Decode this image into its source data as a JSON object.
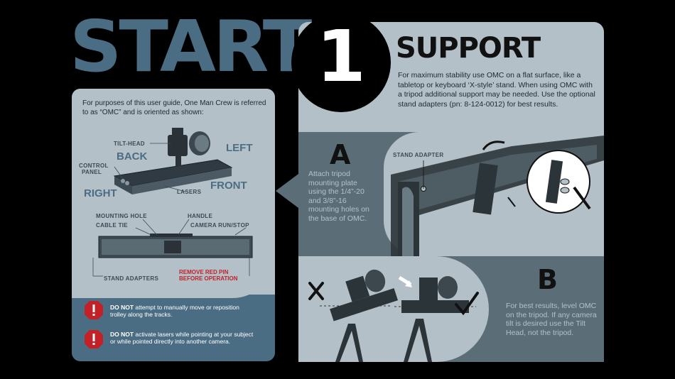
{
  "header": {
    "start": "START",
    "step_number": "1",
    "section_title": "SUPPORT"
  },
  "left": {
    "intro": "For purposes of this user guide, One Man Crew is referred to as “OMC” and is oriented as shown:",
    "diagram_top": {
      "tilt_head": "TILT-HEAD",
      "back": "BACK",
      "left": "LEFT",
      "control_panel_1": "CONTROL",
      "control_panel_2": "PANEL",
      "right": "RIGHT",
      "lasers": "LASERS",
      "front": "FRONT"
    },
    "diagram_bottom": {
      "mounting_hole": "MOUNTING HOLE",
      "handle": "HANDLE",
      "cable_tie": "CABLE TIE",
      "camera_run_stop": "CAMERA RUN/STOP",
      "stand_adapters": "STAND ADAPTERS",
      "remove_pin_1": "REMOVE RED PIN",
      "remove_pin_2": "BEFORE OPERATION"
    },
    "warnings": [
      {
        "bold": "DO NOT",
        "text": " attempt to manually move or reposition trolley along the tracks."
      },
      {
        "bold": "DO NOT",
        "text": " activate lasers while pointing at your subject or while pointed directly into another camera."
      }
    ]
  },
  "support_text": "For maximum stability use OMC on a flat surface, like a tabletop or keyboard ‘X-style’ stand. When using OMC with a tripod additional support may be needed. Use the optional stand adapters (pn: 8-124-0012) for best results.",
  "step_a": {
    "letter": "A",
    "text": "Attach tripod mounting plate using the 1/4”-20 and 3/8”-16 mounting holes on the base of OMC.",
    "stand_adapter_label": "STAND ADAPTER"
  },
  "step_b": {
    "letter": "B",
    "text": "For best results, level OMC on the tripod. If any camera tilt is desired use the Tilt Head, not the tripod."
  },
  "colors": {
    "slate_blue": "#4b6d83",
    "light_gray_blue": "#b4c0c8",
    "dark_slate": "#5b6e78",
    "warning_red": "#c42027"
  }
}
